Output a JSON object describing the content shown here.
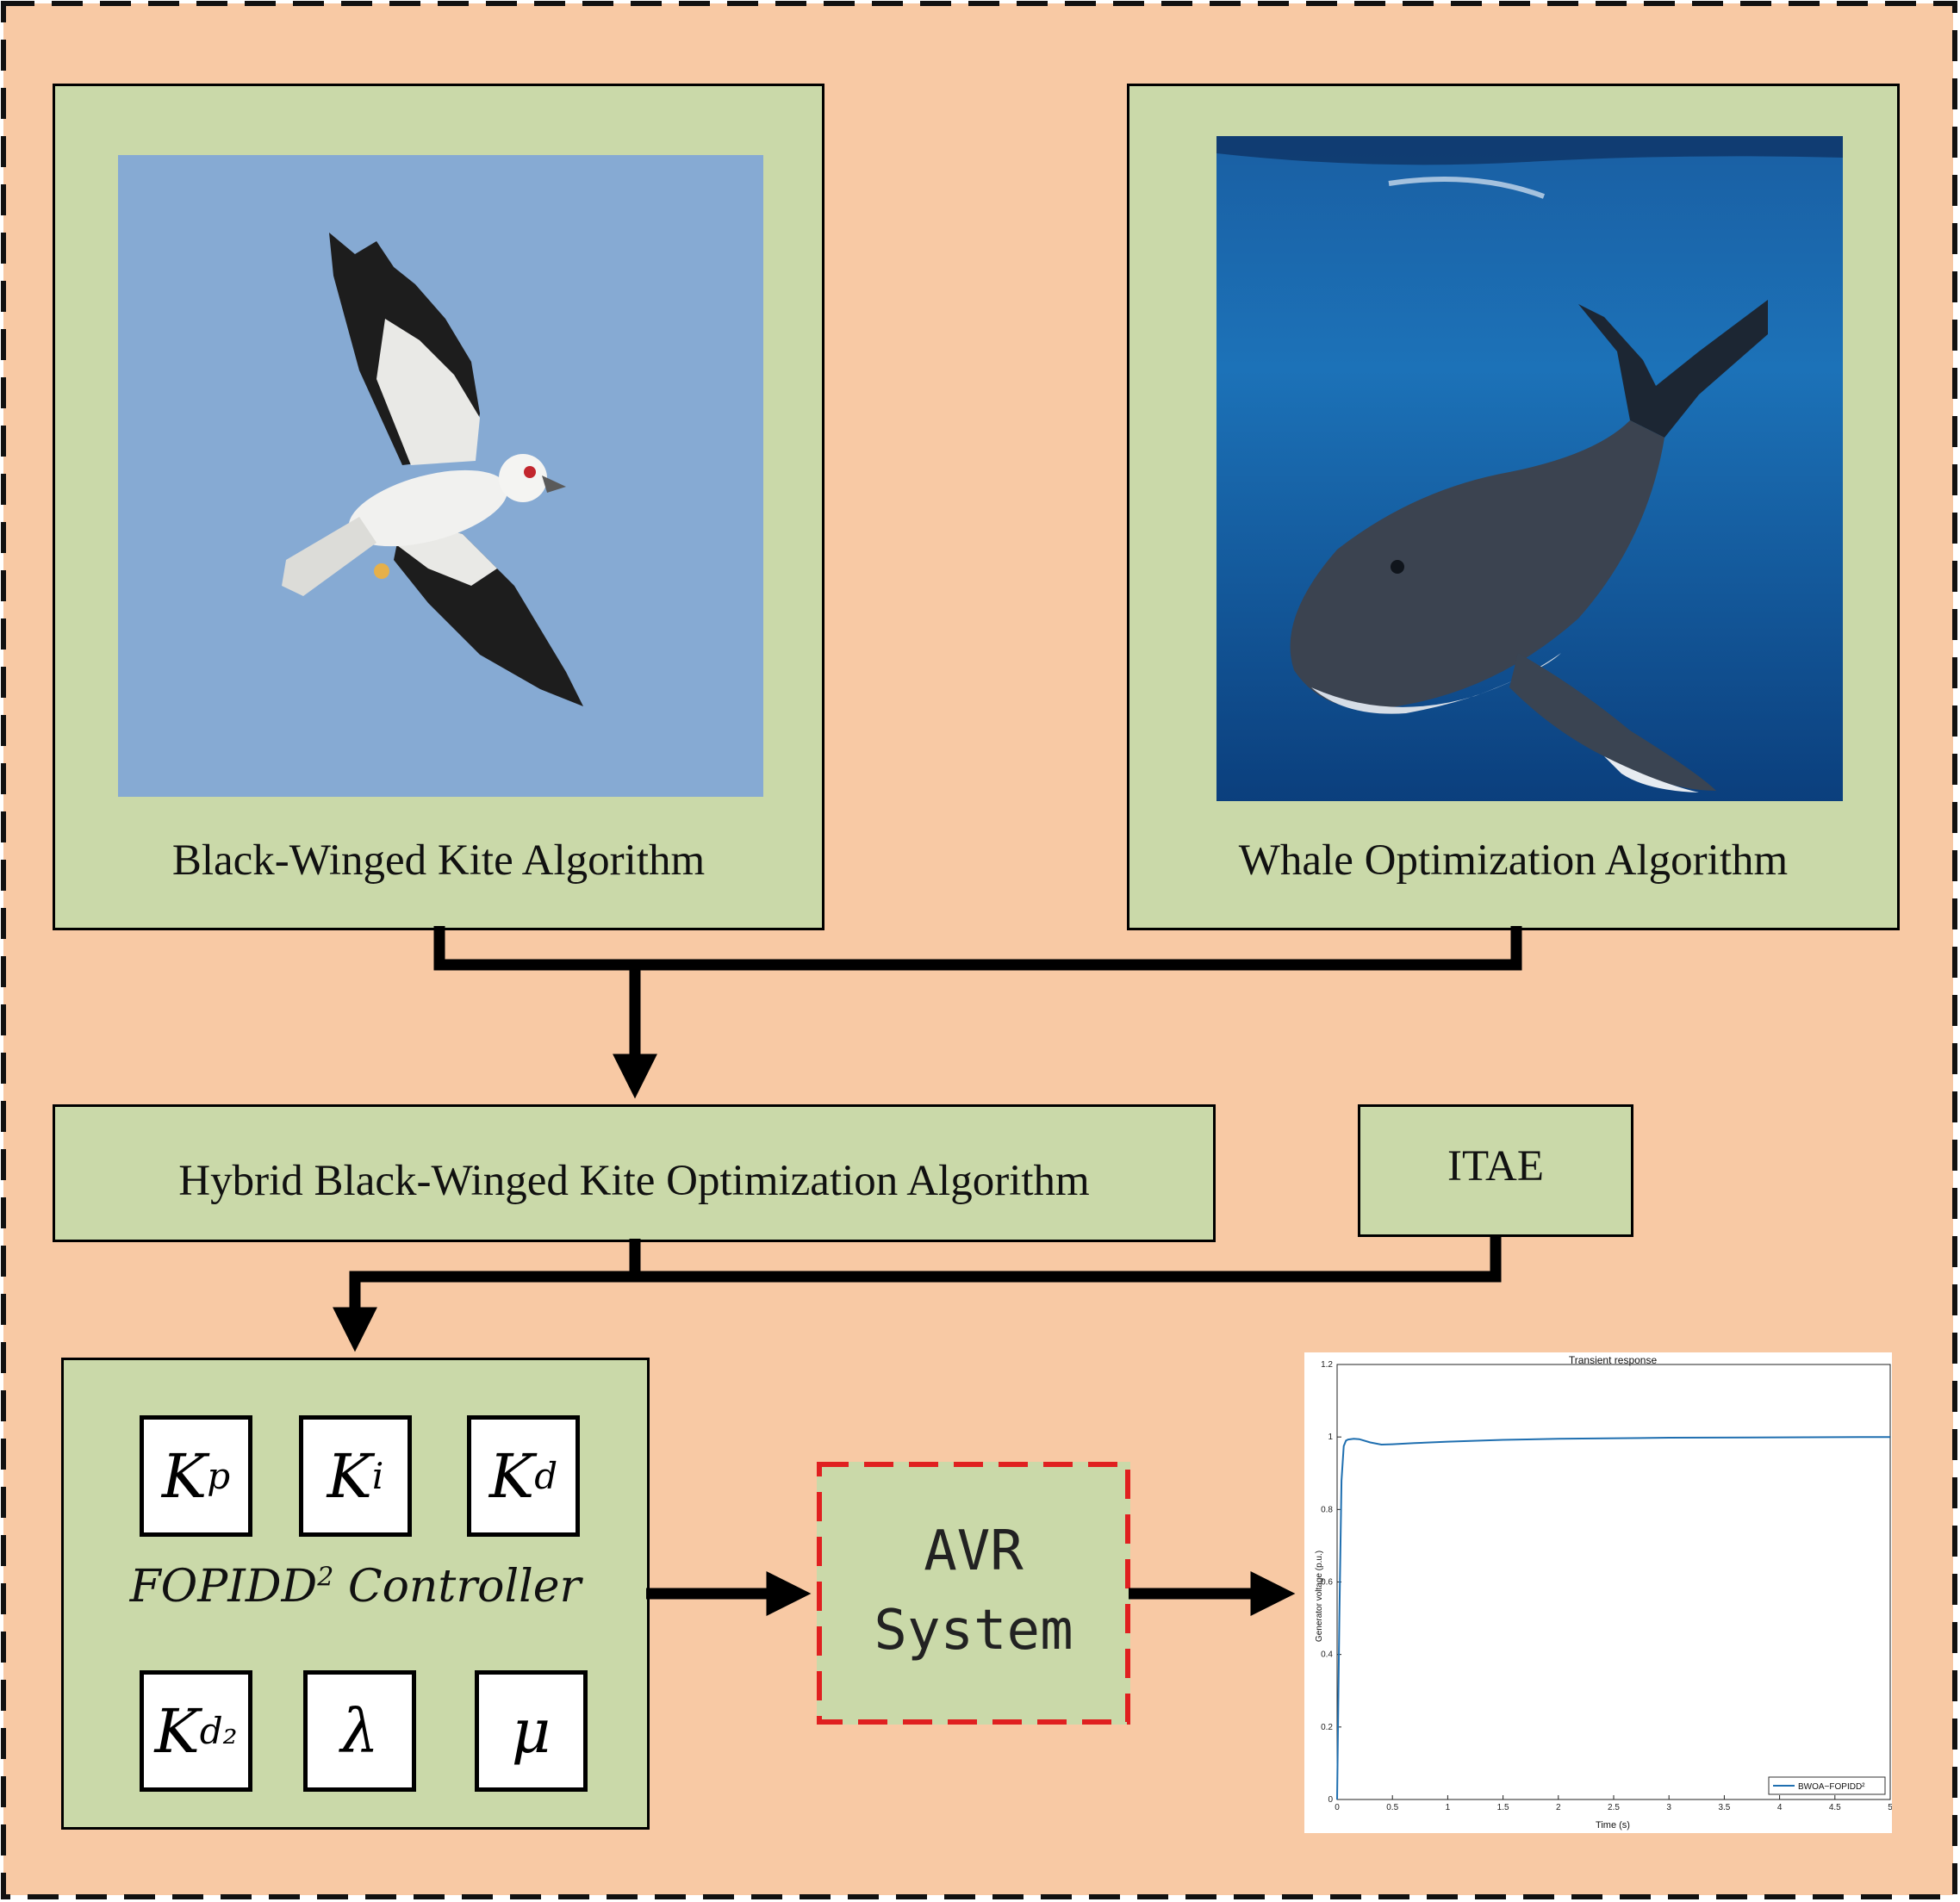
{
  "kite": {
    "caption": "Black-Winged Kite Algorithm"
  },
  "whale": {
    "caption": "Whale Optimization Algorithm"
  },
  "hybrid": {
    "label": "Hybrid Black-Winged Kite Optimization Algorithm"
  },
  "itae": {
    "label": "ITAE"
  },
  "controller": {
    "label": "FOPIDD",
    "label_sup": "2",
    "label_suffix": " Controller",
    "params": [
      {
        "main": "K",
        "sub": "p"
      },
      {
        "main": "K",
        "sub": "i"
      },
      {
        "main": "K",
        "sub": "d"
      },
      {
        "main": "K",
        "sub": "d₂"
      },
      {
        "main": "λ",
        "sub": ""
      },
      {
        "main": "μ",
        "sub": ""
      }
    ]
  },
  "avr": {
    "line1": "AVR",
    "line2": "System"
  },
  "colors": {
    "background": "#f8c9a4",
    "box_fill": "#cad9a9",
    "avr_border": "#e02020",
    "series": "#1f6fb0"
  },
  "chart_data": {
    "type": "line",
    "title": "Transient response",
    "xlabel": "Time (s)",
    "ylabel": "Generator voltage (p.u.)",
    "xlim": [
      0,
      5
    ],
    "ylim": [
      0,
      1.2
    ],
    "xticks": [
      "0",
      "0.5",
      "1",
      "1.5",
      "2",
      "2.5",
      "3",
      "3.5",
      "4",
      "4.5",
      "5"
    ],
    "yticks": [
      "0",
      "0.2",
      "0.4",
      "0.6",
      "0.8",
      "1",
      "1.2"
    ],
    "grid": false,
    "legend_position": "bottom-right",
    "series": [
      {
        "name": "BWOA−FOPIDD²",
        "x": [
          0,
          0.02,
          0.04,
          0.06,
          0.08,
          0.1,
          0.15,
          0.2,
          0.3,
          0.4,
          0.5,
          0.7,
          1,
          1.5,
          2,
          3,
          4,
          5
        ],
        "y": [
          0,
          0.5,
          0.88,
          0.975,
          0.99,
          0.993,
          0.995,
          0.994,
          0.985,
          0.979,
          0.98,
          0.983,
          0.987,
          0.992,
          0.995,
          0.998,
          0.999,
          1.0
        ]
      }
    ]
  }
}
